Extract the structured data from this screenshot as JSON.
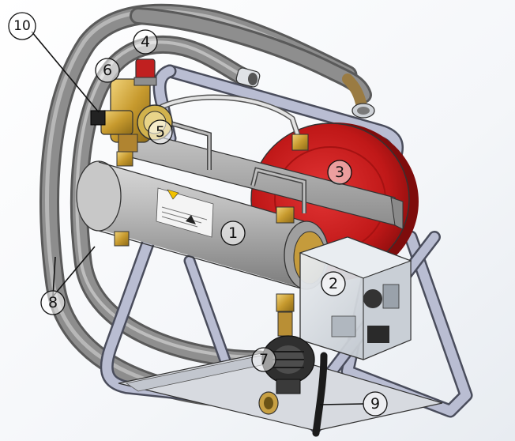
{
  "callouts": {
    "c1": "1",
    "c2": "2",
    "c3": "3",
    "c4": "4",
    "c5": "5",
    "c6": "6",
    "c7": "7",
    "c8": "8",
    "c9": "9",
    "c10": "10"
  },
  "colors": {
    "frame": "#b9bdd2",
    "hose": "#8a8a8a",
    "cylinder": "#b0b0b0",
    "red_tank": "#c81e1e",
    "brass": "#c9a23a",
    "control_box": "#dfe3e8",
    "bracket": "#a9a9a9",
    "pump": "#3a3a3a"
  }
}
